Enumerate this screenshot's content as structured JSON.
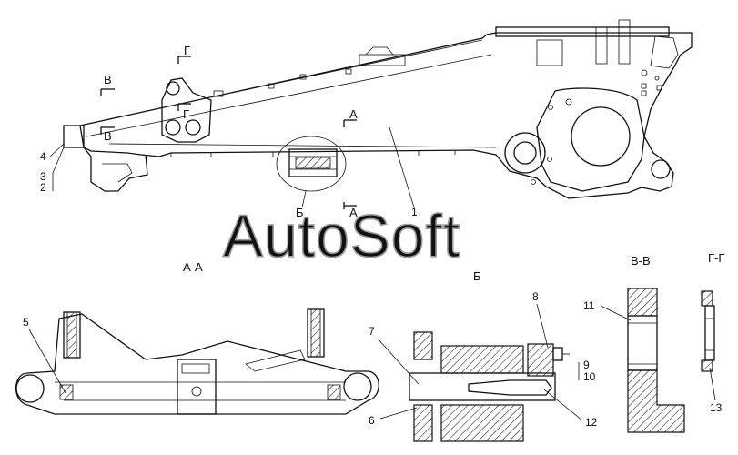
{
  "watermark": "AutoSoft",
  "callouts": {
    "c1": "1",
    "c2": "2",
    "c3": "3",
    "c4": "4",
    "c5": "5",
    "c6": "6",
    "c7": "7",
    "c8": "8",
    "c9": "9",
    "c10": "10",
    "c11": "11",
    "c12": "12",
    "c13": "13"
  },
  "section_marks": {
    "v_top": "В",
    "v_bottom": "В",
    "g_top": "Г",
    "g_bottom": "Г",
    "a_top": "А",
    "a_bottom": "А",
    "b_mark": "Б"
  },
  "view_titles": {
    "aa": "А-А",
    "b": "Б",
    "vv": "В-В",
    "gg": "Г-Г"
  },
  "colors": {
    "line": "#111111",
    "hatch": "#111111",
    "watermark_stroke": "#9a9a9a"
  }
}
